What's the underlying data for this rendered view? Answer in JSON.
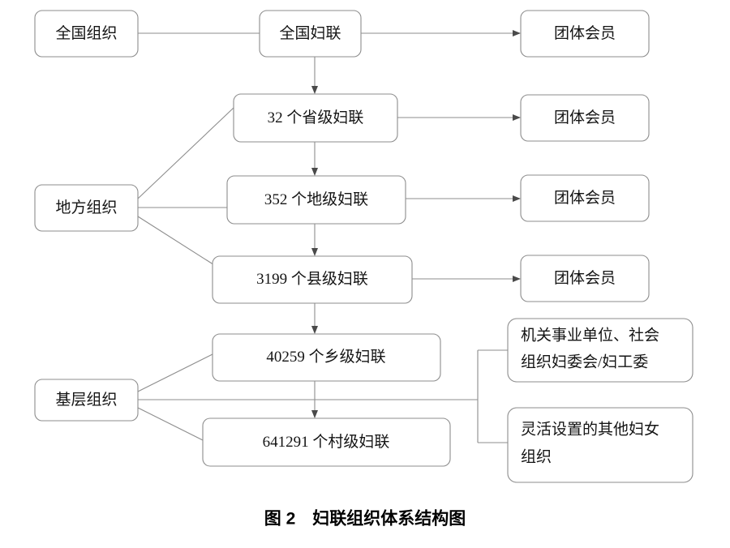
{
  "figure": {
    "caption": "图 2　妇联组织体系结构图",
    "caption_number": "图 2",
    "caption_title": "妇联组织体系结构图"
  },
  "diagram": {
    "type": "org-hierarchy-flowchart",
    "line_color": "#8d8d8d",
    "box_fill": "#ffffff",
    "text_color": "#141414",
    "categories": [
      {
        "id": "national-category",
        "label": "全国组织"
      },
      {
        "id": "local-category",
        "label": "地方组织"
      },
      {
        "id": "grassroots-category",
        "label": "基层组织"
      }
    ],
    "levels": [
      {
        "id": "national-federation",
        "label": "全国妇联",
        "count": null,
        "unit": null
      },
      {
        "id": "provincial-federations",
        "label": "32 个省级妇联",
        "count": "32",
        "unit": "个省级妇联"
      },
      {
        "id": "prefecture-federations",
        "label": "352 个地级妇联",
        "count": "352",
        "unit": "个地级妇联"
      },
      {
        "id": "county-federations",
        "label": "3199 个县级妇联",
        "count": "3199",
        "unit": "个县级妇联"
      },
      {
        "id": "township-federations",
        "label": "40259 个乡级妇联",
        "count": "40259",
        "unit": "个乡级妇联"
      },
      {
        "id": "village-federations",
        "label": "641291 个村级妇联",
        "count": "641291",
        "unit": "个村级妇联"
      }
    ],
    "group_members": [
      {
        "id": "group-member-national",
        "label": "团体会员"
      },
      {
        "id": "group-member-provincial",
        "label": "团体会员"
      },
      {
        "id": "group-member-prefecture",
        "label": "团体会员"
      },
      {
        "id": "group-member-county",
        "label": "团体会员"
      }
    ],
    "grassroots_units": [
      {
        "id": "institutional-women-committee",
        "line1": "机关事业单位、社会",
        "line2": "组织妇委会/妇工委"
      },
      {
        "id": "flexible-women-organization",
        "line1": "灵活设置的其他妇女",
        "line2": "组织"
      }
    ]
  }
}
